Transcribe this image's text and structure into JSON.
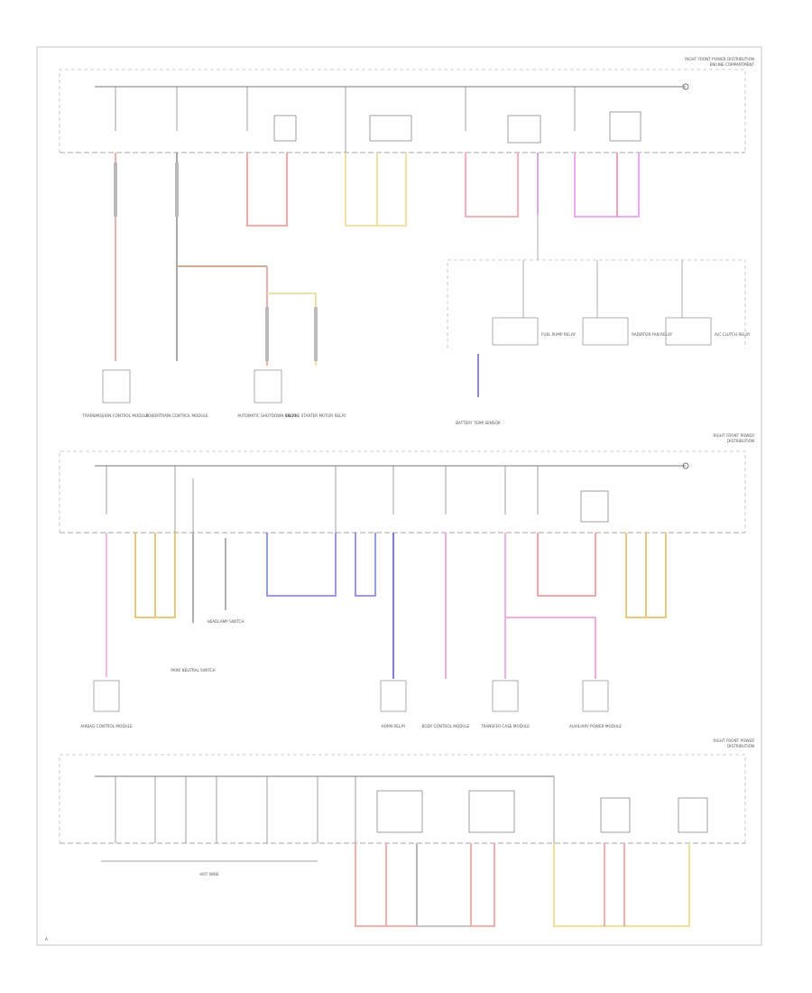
{
  "sections": {
    "top": {
      "header": "RIGHT FRONT POWER DISTRIBUTION",
      "header_sub": "ENGINE COMPARTMENT"
    },
    "middle": {
      "header": "RIGHT FRONT POWER",
      "header_sub": "DISTRIBUTION"
    },
    "bottom": {
      "header": "RIGHT FRONT POWER",
      "header_sub": "DISTRIBUTION"
    }
  },
  "components": {
    "top": [
      "TRANSMISSION CONTROL MODULE",
      "POWERTRAIN CONTROL MODULE",
      "AUTOMATIC SHUTDOWN RELAY",
      "ENGINE STARTER MOTOR RELAY",
      "BATTERY TEMP SENSOR"
    ],
    "right_group": [
      "FUEL PUMP RELAY",
      "RADIATOR FAN RELAY",
      "A/C CLUTCH RELAY"
    ],
    "middle": [
      "AIRBAG CONTROL MODULE",
      "PARK NEUTRAL SWITCH",
      "HEADLAMP SWITCH",
      "HORN RELAY",
      "BODY CONTROL MODULE",
      "TRANSFER CASE MODULE",
      "AUXILIARY POWER MODULE"
    ],
    "bottom": [
      "HOT WIRE"
    ]
  },
  "page_mark": "A"
}
